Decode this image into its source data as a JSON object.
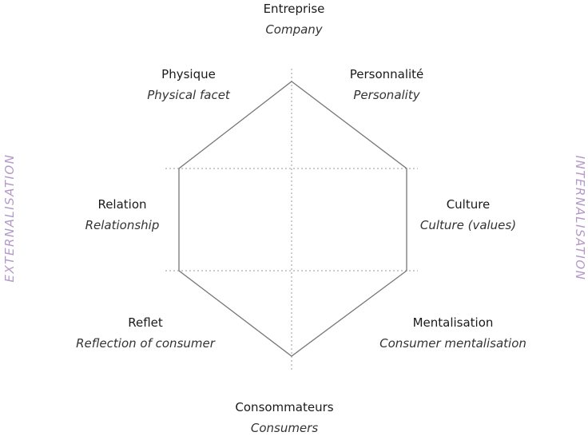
{
  "colors": {
    "line": "#777777",
    "dotted": "#999999",
    "side_text": "#b399c8"
  },
  "top": {
    "fr": "Entreprise",
    "en": "Company"
  },
  "physique": {
    "fr": "Physique",
    "en": "Physical facet"
  },
  "personnalite": {
    "fr": "Personnalité",
    "en": "Personality"
  },
  "relation": {
    "fr": "Relation",
    "en": "Relationship"
  },
  "culture": {
    "fr": "Culture",
    "en": "Culture (values)"
  },
  "reflet": {
    "fr": "Reflet",
    "en": "Reflection of consumer"
  },
  "mentalisation": {
    "fr": "Mentalisation",
    "en": "Consumer mentalisation"
  },
  "bottom": {
    "fr": "Consommateurs",
    "en": "Consumers"
  },
  "left_axis": "EXTERNALISATION",
  "right_axis": "INTERNALISATION"
}
